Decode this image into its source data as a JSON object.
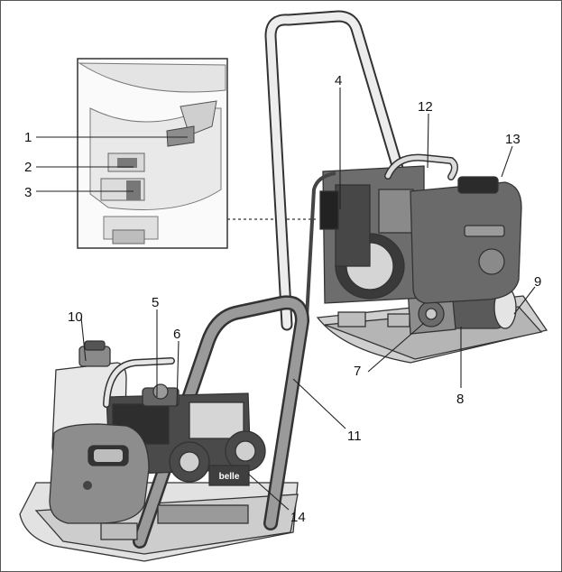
{
  "callouts": {
    "c1": "1",
    "c2": "2",
    "c3": "3",
    "c4": "4",
    "c5": "5",
    "c6": "6",
    "c7": "7",
    "c8": "8",
    "c9": "9",
    "c10": "10",
    "c11": "11",
    "c12": "12",
    "c13": "13",
    "c14": "14"
  },
  "brand_logo_text": "belle",
  "colors": {
    "outline": "#333333",
    "light_gray": "#cfcfcf",
    "mid_gray": "#8d8d8d",
    "dark_gray": "#555555",
    "background": "#ffffff"
  }
}
